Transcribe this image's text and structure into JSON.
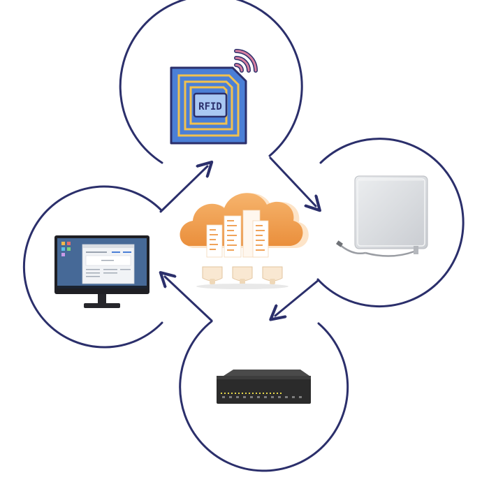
{
  "diagram": {
    "nodes": [
      {
        "id": "rfid-tag",
        "icon": "rfid-tag-icon",
        "label": "RFID"
      },
      {
        "id": "antenna",
        "icon": "rfid-antenna-panel-icon"
      },
      {
        "id": "reader",
        "icon": "rfid-reader-device-icon"
      },
      {
        "id": "computer",
        "icon": "desktop-monitor-icon"
      },
      {
        "id": "cloud",
        "icon": "cloud-database-icon"
      }
    ],
    "flow": [
      "rfid-tag",
      "antenna",
      "reader",
      "computer",
      "rfid-tag"
    ],
    "colors": {
      "outline": "#2b2f6b",
      "tag_blue": "#4b7fd6",
      "tag_gold": "#f2c14e",
      "signal_pink": "#d77fa1",
      "cloud_orange": "#f2a65a",
      "cloud_light": "#fde4c8",
      "antenna_gray": "#dfe1e4",
      "reader_body": "#2b2b2b",
      "reader_led": "#e6d84a"
    }
  }
}
